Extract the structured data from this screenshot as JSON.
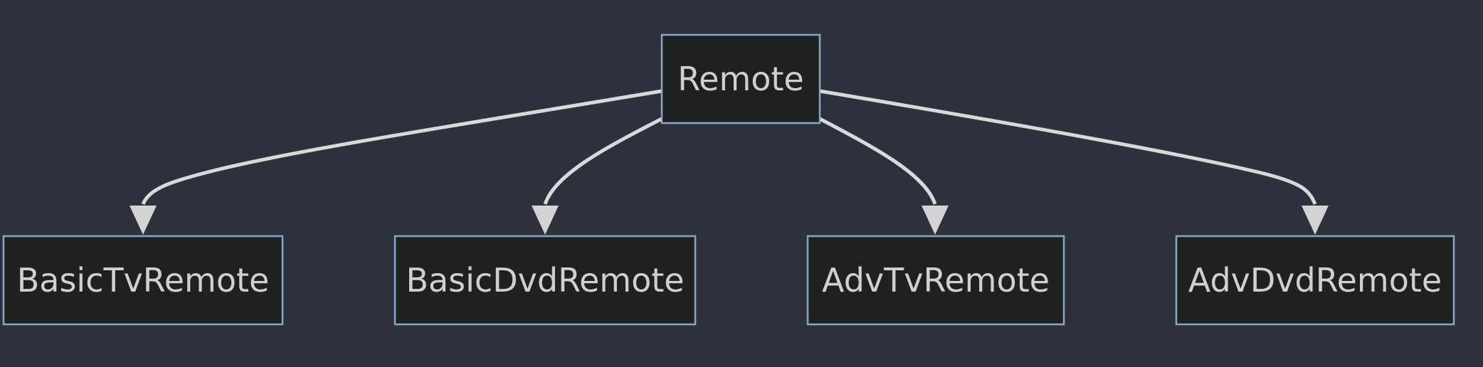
{
  "diagram": {
    "nodes": [
      {
        "id": "remote",
        "label": "Remote"
      },
      {
        "id": "basic-tv-remote",
        "label": "BasicTvRemote"
      },
      {
        "id": "basic-dvd-remote",
        "label": "BasicDvdRemote"
      },
      {
        "id": "adv-tv-remote",
        "label": "AdvTvRemote"
      },
      {
        "id": "adv-dvd-remote",
        "label": "AdvDvdRemote"
      }
    ],
    "edges": [
      {
        "from": "remote",
        "to": "basic-tv-remote"
      },
      {
        "from": "remote",
        "to": "basic-dvd-remote"
      },
      {
        "from": "remote",
        "to": "adv-tv-remote"
      },
      {
        "from": "remote",
        "to": "adv-dvd-remote"
      }
    ],
    "colors": {
      "background": "#2d313b",
      "node_fill": "#1f2020",
      "node_border": "#89a6c8",
      "node_text": "#cfd0cf",
      "edge": "#d9d9d9"
    }
  }
}
